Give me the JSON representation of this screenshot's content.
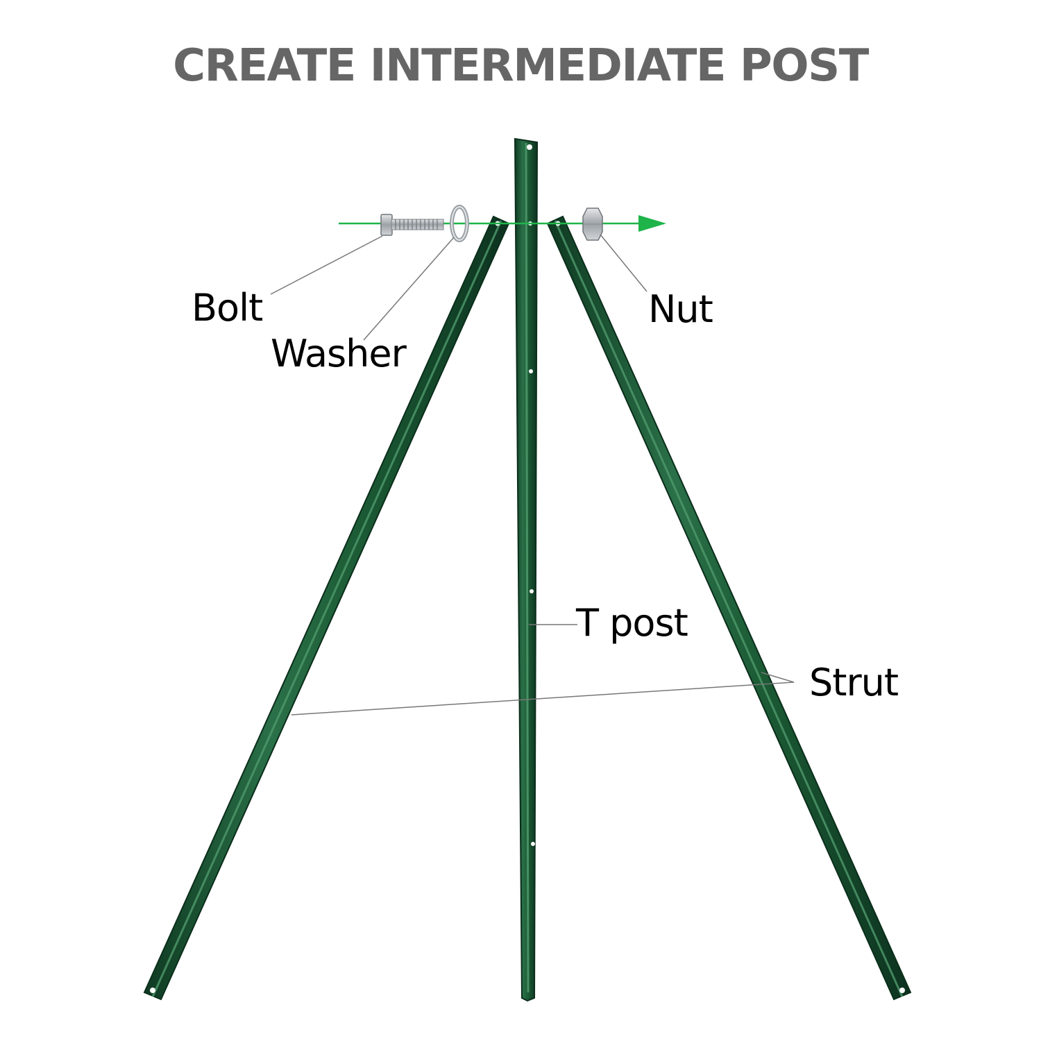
{
  "title": "CREATE INTERMEDIATE POST",
  "labels": {
    "bolt": "Bolt",
    "washer": "Washer",
    "nut": "Nut",
    "t_post": "T post",
    "strut": "Strut"
  },
  "colors": {
    "title": "#666666",
    "post_green": "#1f5a35",
    "arrow_green": "#1fb44a",
    "leader_gray": "#777777",
    "hardware_silver": "#b8bcc0"
  }
}
